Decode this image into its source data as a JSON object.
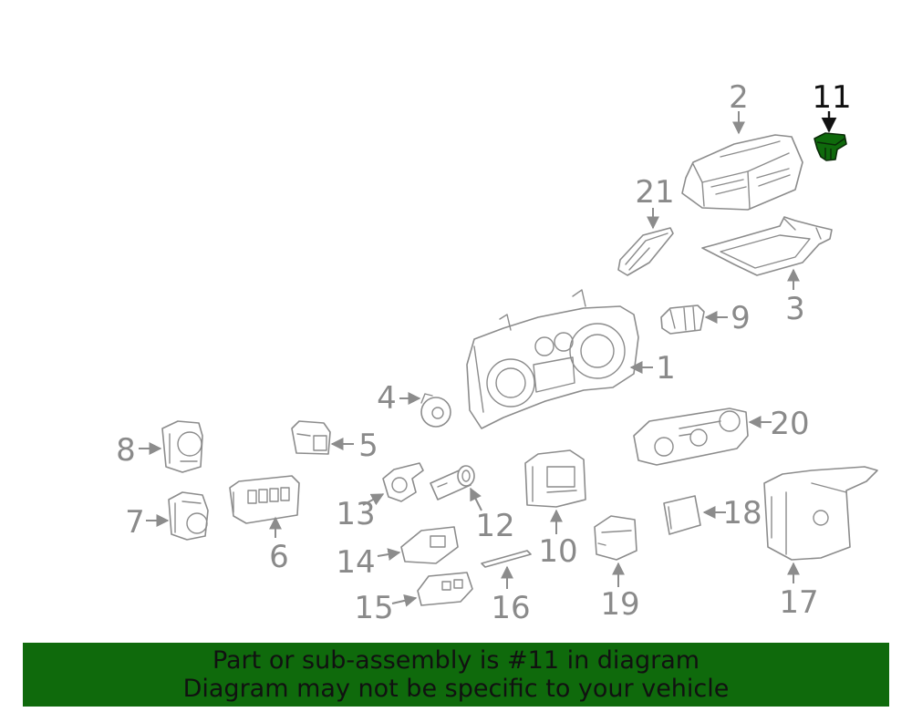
{
  "banner": {
    "line1": "Part or sub-assembly is #11 in diagram",
    "line2": "Diagram may not be specific to your vehicle"
  },
  "highlight_color": "#0f6a0c",
  "callouts": {
    "c1": "1",
    "c2": "2",
    "c3": "3",
    "c4": "4",
    "c5": "5",
    "c6": "6",
    "c7": "7",
    "c8": "8",
    "c9": "9",
    "c10": "10",
    "c11": "11",
    "c12": "12",
    "c13": "13",
    "c14": "14",
    "c15": "15",
    "c16": "16",
    "c17": "17",
    "c18": "18",
    "c19": "19",
    "c20": "20",
    "c21": "21"
  }
}
